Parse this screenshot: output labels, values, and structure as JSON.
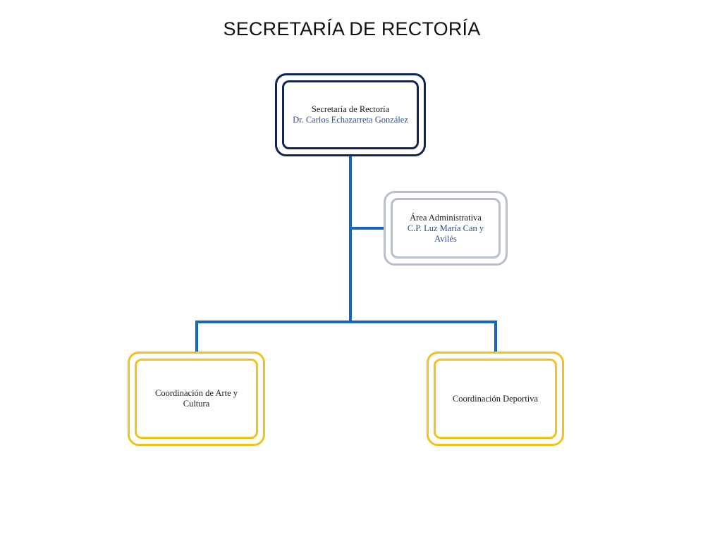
{
  "title": "SECRETARÍA DE RECTORÍA",
  "colors": {
    "connector": "#1565b8",
    "top_box_border": "#0f2452",
    "admin_box_border": "#b8bfca",
    "coordination_box_border": "#f0c21b",
    "name_text": "#2e4e8f"
  },
  "nodes": {
    "secretaria": {
      "role": "Secretaría de Rectoría",
      "person": "Dr. Carlos Echazarreta González"
    },
    "administrativa": {
      "role": "Área Administrativa",
      "person": "C.P. Luz María Can y Avilés"
    },
    "arte": {
      "role": "Coordinación de Arte y Cultura"
    },
    "deportiva": {
      "role": "Coordinación Deportiva"
    }
  }
}
